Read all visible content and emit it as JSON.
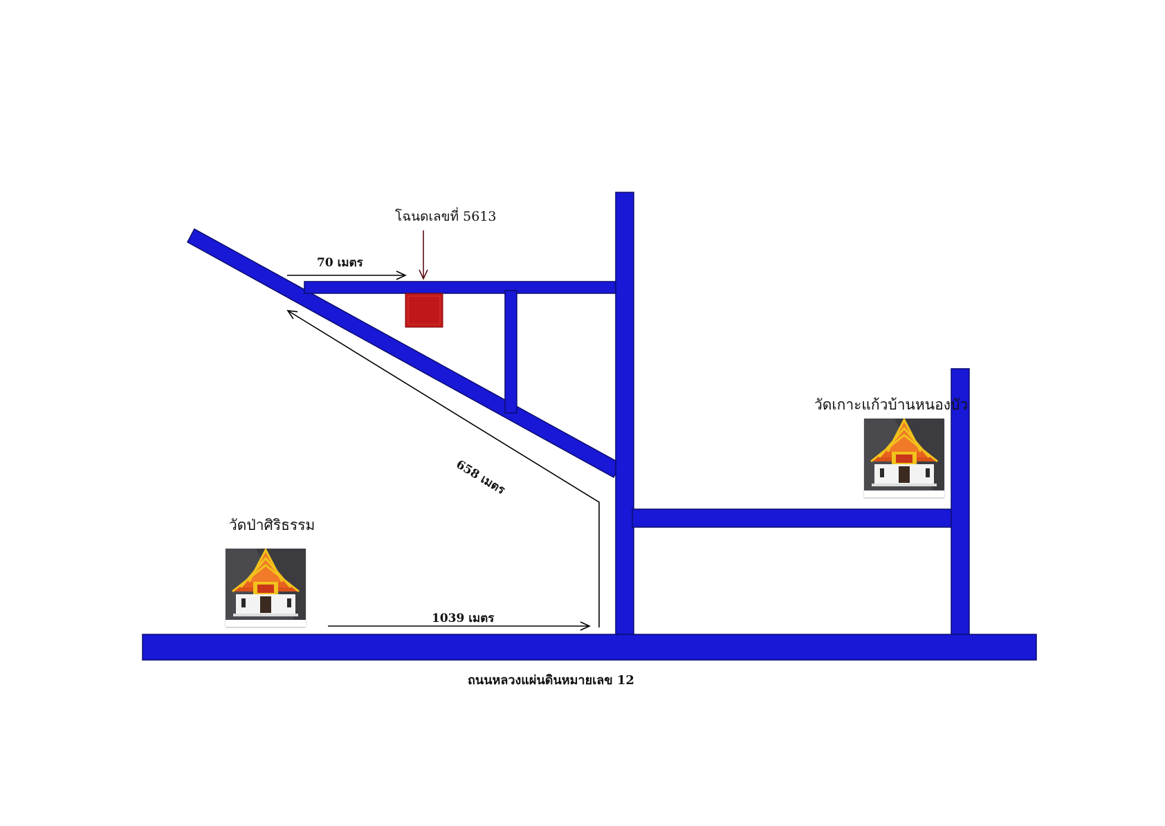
{
  "map": {
    "main_road_label": "ถนนหลวงแผ่นดินหมายเลข 12",
    "plot_label": "โฉนดเลขที่ 5613",
    "distances": {
      "d70": "70 เมตร",
      "d658": "658 เมตร",
      "d1039": "1039 เมตร"
    },
    "temples": {
      "left": "วัดป่าศิริธรรม",
      "right": "วัดเกาะแก้วบ้านหนองบัว"
    },
    "colors": {
      "road": "#1818d6",
      "road_outline": "#0c0c6e",
      "plot": "#c01818",
      "plot_arrow": "#5a0f14",
      "distance_arrow": "#000000",
      "temple_bg": "#4a4a4e",
      "temple_roof": "#d9521a",
      "temple_gold": "#f2c21c"
    },
    "icons": {
      "plot_marker": "plot-marker-square",
      "temple_icon": "thai-temple-icon"
    }
  }
}
